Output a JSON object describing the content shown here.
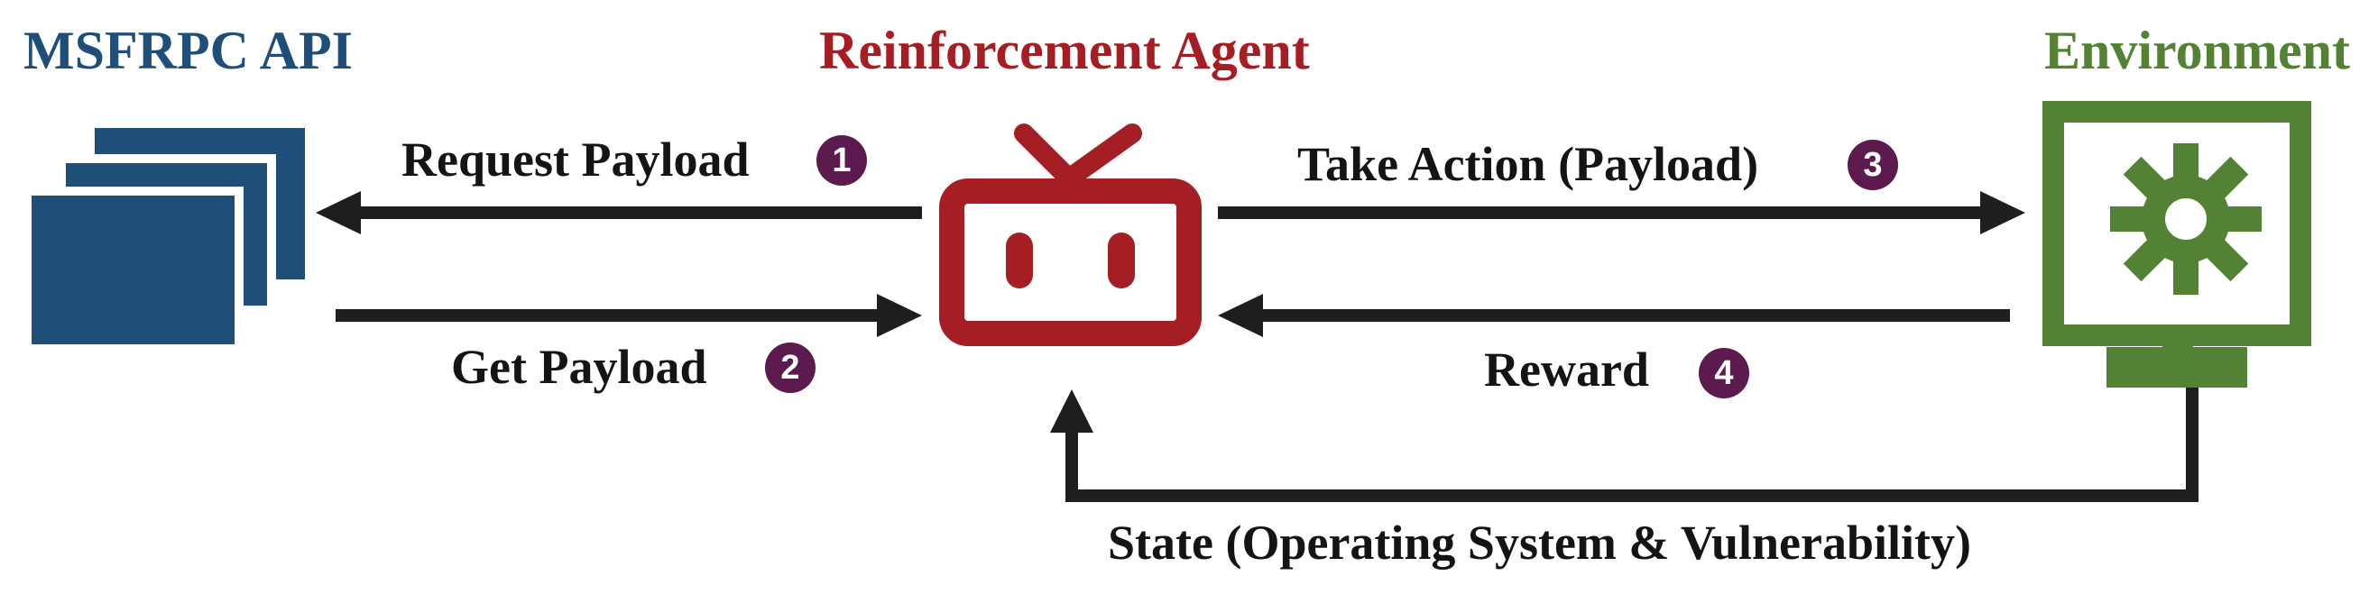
{
  "titles": {
    "api": "MSFRPC API",
    "agent": "Reinforcement Agent",
    "environment": "Environment"
  },
  "edges": {
    "request_payload": {
      "label": "Request Payload",
      "step": "1"
    },
    "get_payload": {
      "label": "Get Payload",
      "step": "2"
    },
    "take_action": {
      "label": "Take Action (Payload)",
      "step": "3"
    },
    "reward": {
      "label": "Reward",
      "step": "4"
    },
    "state": {
      "label": "State (Operating System & Vulnerability)"
    }
  },
  "icons": {
    "api": "stacked-windows-icon",
    "agent": "robot-tv-icon",
    "environment": "monitor-gear-icon"
  },
  "colors": {
    "api": "#1f4e79",
    "agent": "#a51e24",
    "environment": "#548235",
    "badge": "#5c1a4e",
    "arrow": "#1e1e1e"
  }
}
